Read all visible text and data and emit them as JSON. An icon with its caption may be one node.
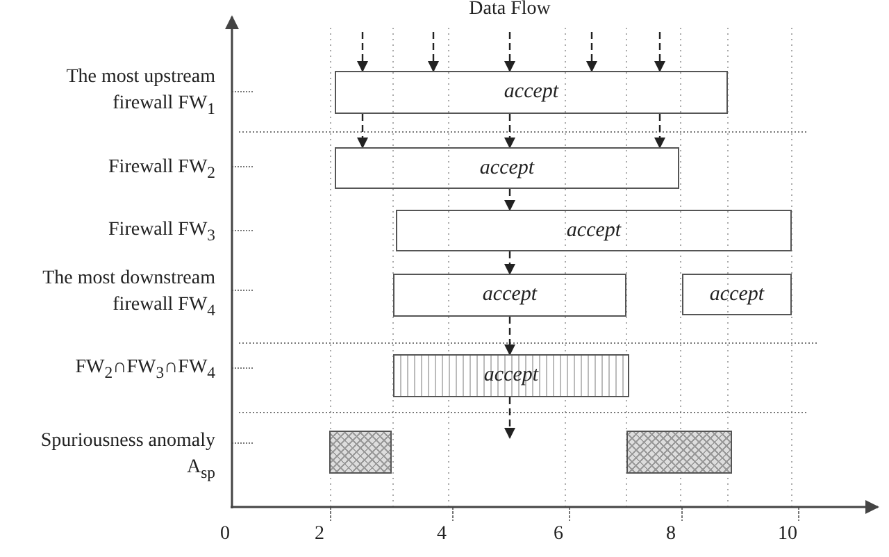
{
  "diagram": {
    "nodes": [
      {
        "text": [
          "accept"
        ]
      },
      {
        "text": [
          "accept"
        ]
      },
      {
        "text": [
          "accept"
        ]
      },
      {
        "text": [
          "accept"
        ]
      },
      {
        "text": [
          "accept"
        ]
      },
      {
        "text": [
          "accept"
        ]
      },
      {
        "text": [],
        "shape": "box"
      },
      {
        "text": [],
        "shape": "box"
      }
    ],
    "edges": [
      {
        "from": null,
        "to": 0,
        "arrow": "to",
        "style": "dashed"
      },
      {
        "from": null,
        "to": 0,
        "arrow": "to",
        "style": "dashed"
      },
      {
        "from": null,
        "to": 0,
        "arrow": "to",
        "style": "dashed"
      },
      {
        "from": null,
        "to": 0,
        "arrow": "to",
        "style": "dashed"
      },
      {
        "from": null,
        "to": 0,
        "arrow": "to",
        "style": "dashed"
      },
      {
        "from": 0,
        "to": 1,
        "arrow": "to",
        "style": "dashed"
      },
      {
        "from": 0,
        "to": 1,
        "arrow": "to",
        "style": "dashed"
      },
      {
        "from": 0,
        "to": 1,
        "arrow": "to",
        "style": "dashed"
      },
      {
        "from": 1,
        "to": 2,
        "arrow": "to",
        "style": "dashed"
      },
      {
        "from": 2,
        "to": 3,
        "arrow": "to",
        "style": "dashed"
      },
      {
        "from": 3,
        "to": 5,
        "arrow": "to",
        "style": "dashed"
      },
      {
        "from": 5,
        "to": null,
        "arrow": "to",
        "style": "dashed"
      }
    ],
    "labels": [
      "Data Flow",
      "The most upstream firewall FW$_{1}$",
      "Firewall FW$_{2}$",
      "Firewall FW$_{3}$",
      "The most downstream firewall FW$_{4}$",
      "FW$_{2}$∩FW$_{3}$∩FW$_{4}$",
      "Spuriousness anomaly A$_{sp}$",
      "0",
      "2",
      "4",
      "6",
      "8",
      "10"
    ]
  }
}
